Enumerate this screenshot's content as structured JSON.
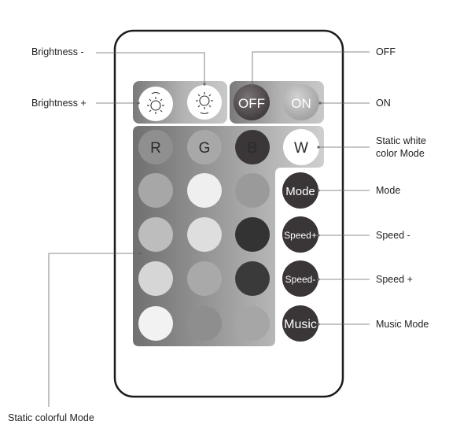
{
  "remote": {
    "buttons": {
      "off": "OFF",
      "on": "ON",
      "red": "R",
      "green": "G",
      "blue": "B",
      "white": "W",
      "mode": "Mode",
      "speed_up": "Speed+",
      "speed_down": "Speed-",
      "music": "Music"
    },
    "colors": {
      "body_outline": "#1a1a1a",
      "panel_dark": "#6b6b6b",
      "panel_light": "#bdbdbd",
      "button_dark": "#3a3537",
      "button_white": "#ffffff"
    },
    "color_swatch_rows": [
      [
        "#a7a7a7",
        "#efefef",
        "#9a9a9a"
      ],
      [
        "#bdbdbd",
        "#dedede",
        "#333333"
      ],
      [
        "#d6d6d6",
        "#a9a9a9",
        "#3a3a3a"
      ],
      [
        "#f2f2f2",
        "#8e8e8e",
        "#a6a6a6"
      ]
    ]
  },
  "callouts": {
    "brightness_minus": "Brightness -",
    "brightness_plus": "Brightness +",
    "off": "OFF",
    "on": "ON",
    "static_white_line1": "Static white",
    "static_white_line2": "color Mode",
    "mode": "Mode",
    "speed_minus": "Speed -",
    "speed_plus": "Speed +",
    "music_mode": "Music Mode",
    "static_colorful": "Static colorful Mode"
  }
}
